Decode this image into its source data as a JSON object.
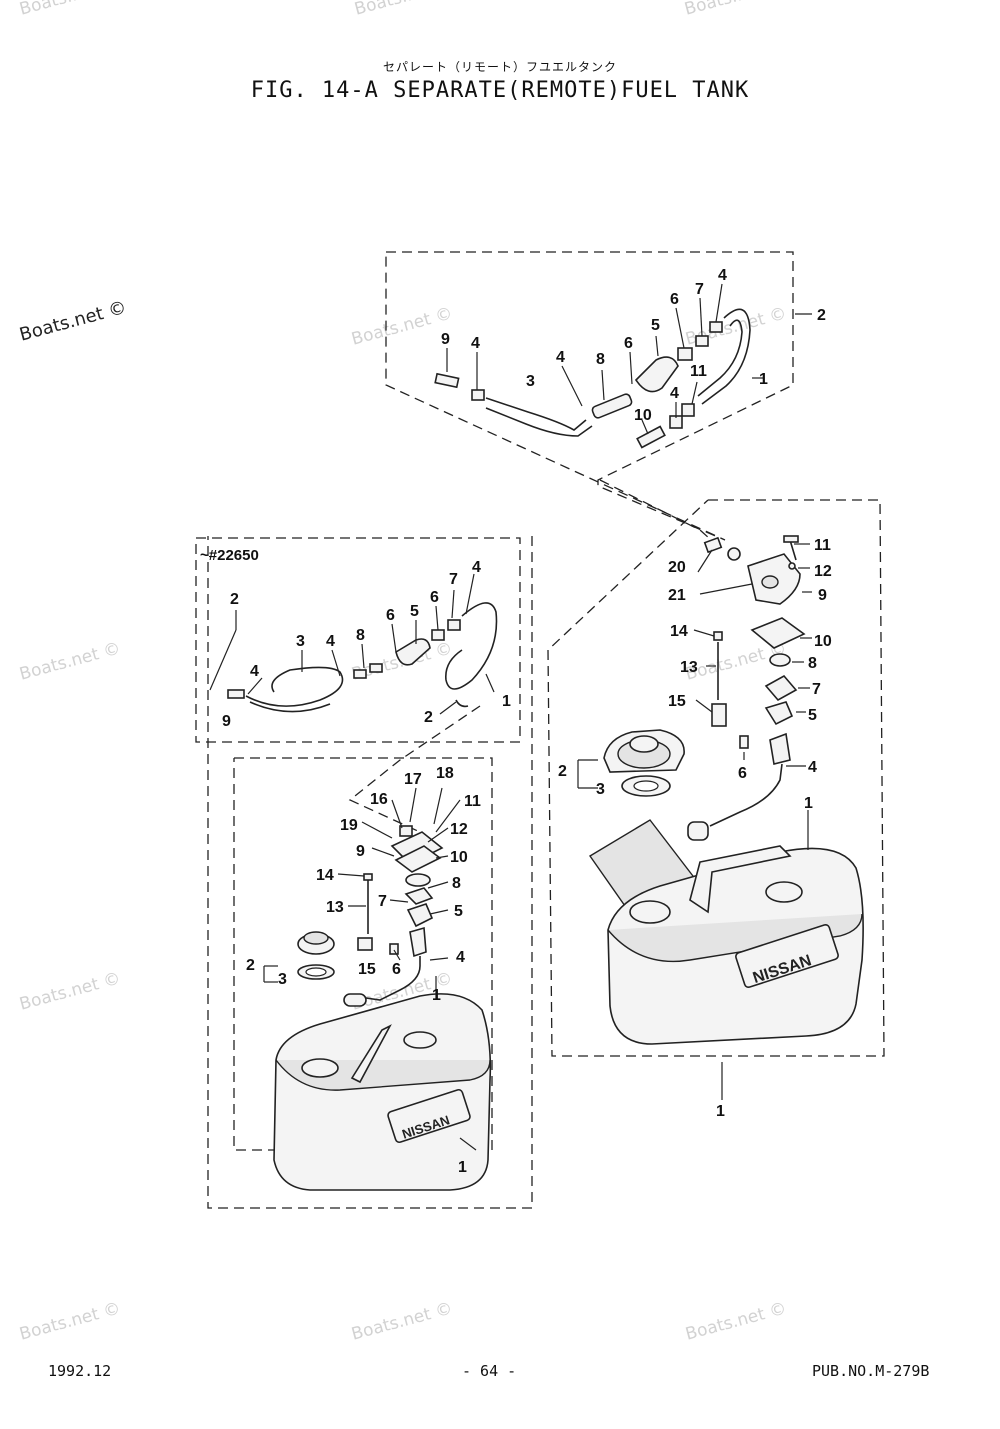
{
  "header": {
    "title_jp": "セパレート（リモート）フユエルタンク",
    "title_en": "FIG. 14-A SEPARATE(REMOTE)FUEL TANK"
  },
  "footer": {
    "date": "1992.12",
    "page": "- 64 -",
    "pub_no": "PUB.NO.M-279B"
  },
  "watermarks": {
    "main": "Boats.net ©",
    "repeat": "Boats.net ©"
  },
  "serial_note": "~#22650",
  "tank_brand": "NISSAN",
  "callouts": {
    "top": [
      "9",
      "4",
      "3",
      "4",
      "8",
      "6",
      "5",
      "6",
      "7",
      "4",
      "2",
      "1",
      "11",
      "4",
      "10"
    ],
    "left_hose": [
      "2",
      "3",
      "4",
      "8",
      "6",
      "5",
      "6",
      "7",
      "4",
      "4",
      "9",
      "2",
      "1"
    ],
    "left_tank": [
      "17",
      "18",
      "16",
      "11",
      "19",
      "12",
      "9",
      "10",
      "14",
      "8",
      "13",
      "7",
      "5",
      "2",
      "3",
      "15",
      "6",
      "4",
      "1",
      "1"
    ],
    "right_tank": [
      "11",
      "20",
      "12",
      "21",
      "9",
      "14",
      "10",
      "13",
      "8",
      "15",
      "7",
      "5",
      "2",
      "3",
      "6",
      "4",
      "1",
      "1"
    ]
  }
}
